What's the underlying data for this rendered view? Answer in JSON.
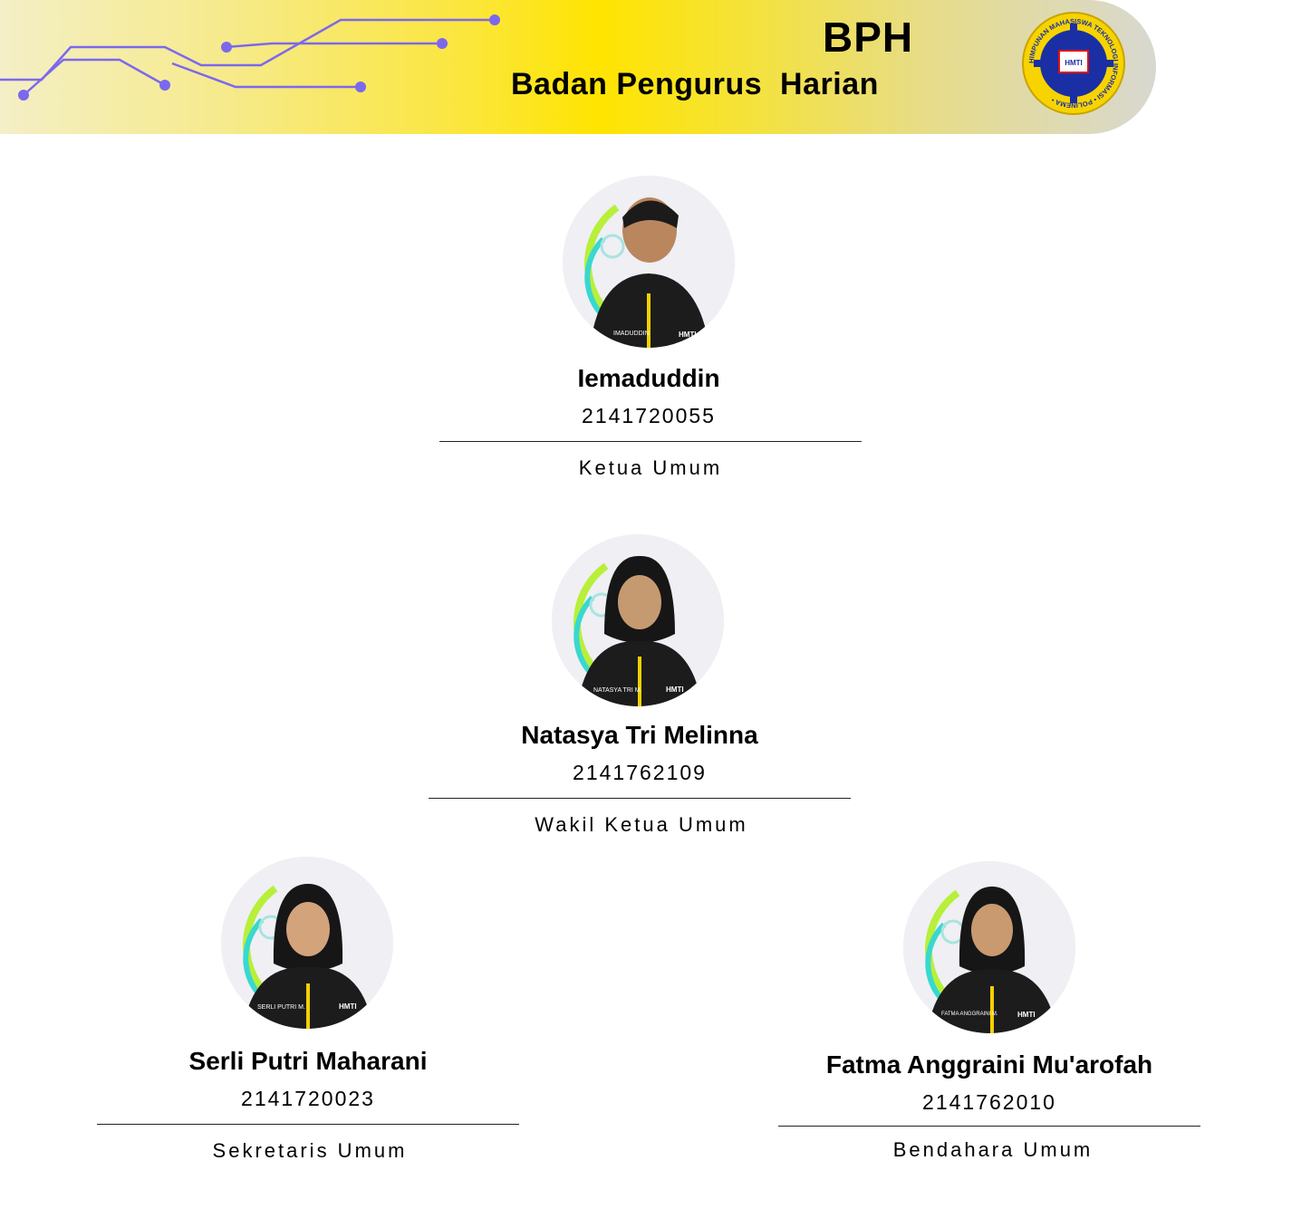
{
  "header": {
    "title": "BPH",
    "subtitle": "Badan Pengurus  Harian",
    "logo_text": "HIMPUNAN MAHASISWA TEKNOLOGI INFORMASI • POLINEMA •",
    "logo_center": "HMTI",
    "accent_color": "#7b68ee"
  },
  "members": [
    {
      "name": "Iemaduddin",
      "nim": "2141720055",
      "role": "Ketua Umum",
      "badge": "IMADUDDIN",
      "hmti": "HMTI"
    },
    {
      "name": "Natasya Tri Melinna",
      "nim": "2141762109",
      "role": "Wakil Ketua Umum",
      "badge": "NATASYA TRI M.",
      "hmti": "HMTI"
    },
    {
      "name": "Serli Putri Maharani",
      "nim": "2141720023",
      "role": "Sekretaris Umum",
      "badge": "SERLI PUTRI M.",
      "hmti": "HMTI"
    },
    {
      "name": "Fatma Anggraini Mu'arofah",
      "nim": "2141762010",
      "role": "Bendahara Umum",
      "badge": "FATMA ANGGRAINI M.",
      "hmti": "HMTI"
    }
  ]
}
